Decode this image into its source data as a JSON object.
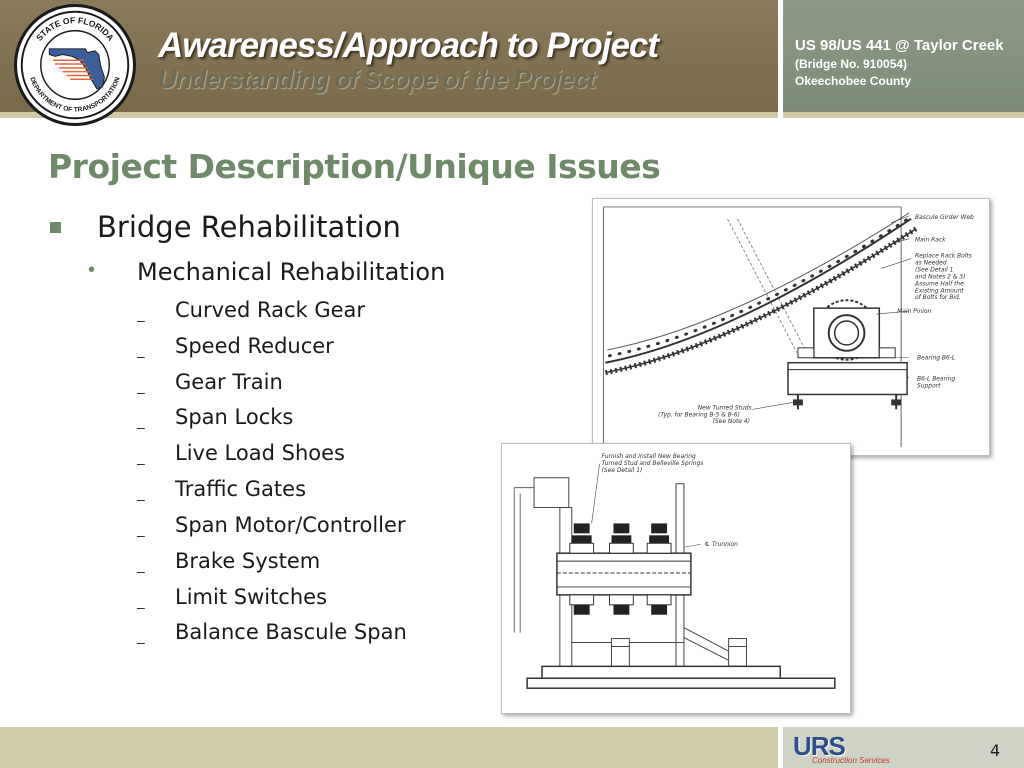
{
  "header": {
    "title": "Awareness/Approach to Project",
    "subtitle": "Understanding of Scope of the Project",
    "project_line1": "US 98/US 441 @ Taylor Creek",
    "project_line2": "(Bridge No. 910054)",
    "project_line3": "Okeechobee County",
    "seal_top_text": "STATE OF FLORIDA",
    "seal_bottom_text": "DEPARTMENT OF TRANSPORTATION"
  },
  "slide": {
    "title": "Project Description/Unique Issues",
    "bullet": "Bridge Rehabilitation",
    "sub_bullet": "Mechanical Rehabilitation",
    "items": [
      "Curved Rack Gear",
      "Speed Reducer",
      "Gear Train",
      "Span Locks",
      "Live Load Shoes",
      "Traffic Gates",
      "Span Motor/Controller",
      "Brake System",
      "Limit Switches",
      "Balance Bascule Span"
    ]
  },
  "drawing_top": {
    "labels": {
      "girder_web": "Bascule Girder Web",
      "main_rack": "Main Rack",
      "replace_bolts_1": "Replace Rack Bolts",
      "replace_bolts_2": "as Needed",
      "replace_bolts_3": "(See Detail 1",
      "replace_bolts_4": "and Notes 2 & 3)",
      "replace_bolts_5": "Assume Half the",
      "replace_bolts_6": "Existing Amount",
      "replace_bolts_7": "of Bolts for Bid.",
      "main_pinion": "Main Pinion",
      "bearing_b6": "Bearing B6-L",
      "bearing_support_1": "B6-L Bearing",
      "bearing_support_2": "Support",
      "studs_1": "New Turned Studs",
      "studs_2": "(Typ. for Bearing B-5 & B-6)",
      "studs_3": "(See Note 4)"
    }
  },
  "drawing_bottom": {
    "labels": {
      "furnish_1": "Furnish and Install New Bearing",
      "furnish_2": "Turned Stud and Belleville Springs",
      "furnish_3": "(See Detail 1)",
      "trunnion": "℄ Trunnion"
    }
  },
  "footer": {
    "logo_text": "URS",
    "logo_sub": "Construction Services",
    "page_number": "4"
  },
  "colors": {
    "header_brown": "#7a6a49",
    "header_green": "#7d8c78",
    "title_green": "#6f8a68",
    "footer_tan": "#d2ceab",
    "urs_blue": "#2a4f8a"
  }
}
